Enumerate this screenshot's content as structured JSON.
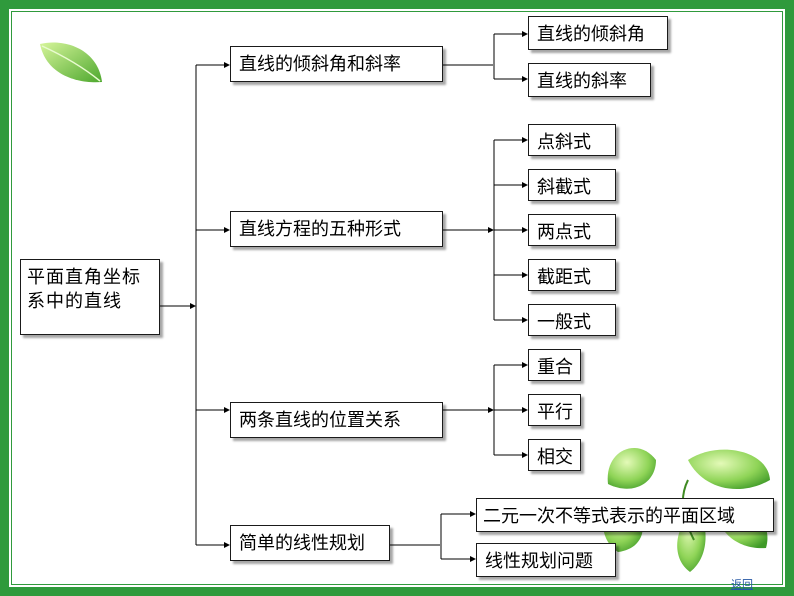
{
  "root": {
    "label": "平面直角坐标系中的直线"
  },
  "branches": [
    {
      "label": "直线的倾斜角和斜率",
      "children": [
        "直线的倾斜角",
        "直线的斜率"
      ]
    },
    {
      "label": "直线方程的五种形式",
      "children": [
        "点斜式",
        "斜截式",
        "两点式",
        "截距式",
        "一般式"
      ]
    },
    {
      "label": "两条直线的位置关系",
      "children": [
        "重合",
        "平行",
        "相交"
      ]
    },
    {
      "label": "简单的线性规划",
      "children": [
        "二元一次不等式表示的平面区域",
        "线性规划问题"
      ]
    }
  ],
  "footer": {
    "back_link": "返回"
  },
  "colors": {
    "frame": "#2f9a3c",
    "leaf_light": "#a8e06a",
    "leaf_dark": "#3c9a2a"
  },
  "decorations": [
    "leaf-icon",
    "leaves-cluster-icon"
  ]
}
